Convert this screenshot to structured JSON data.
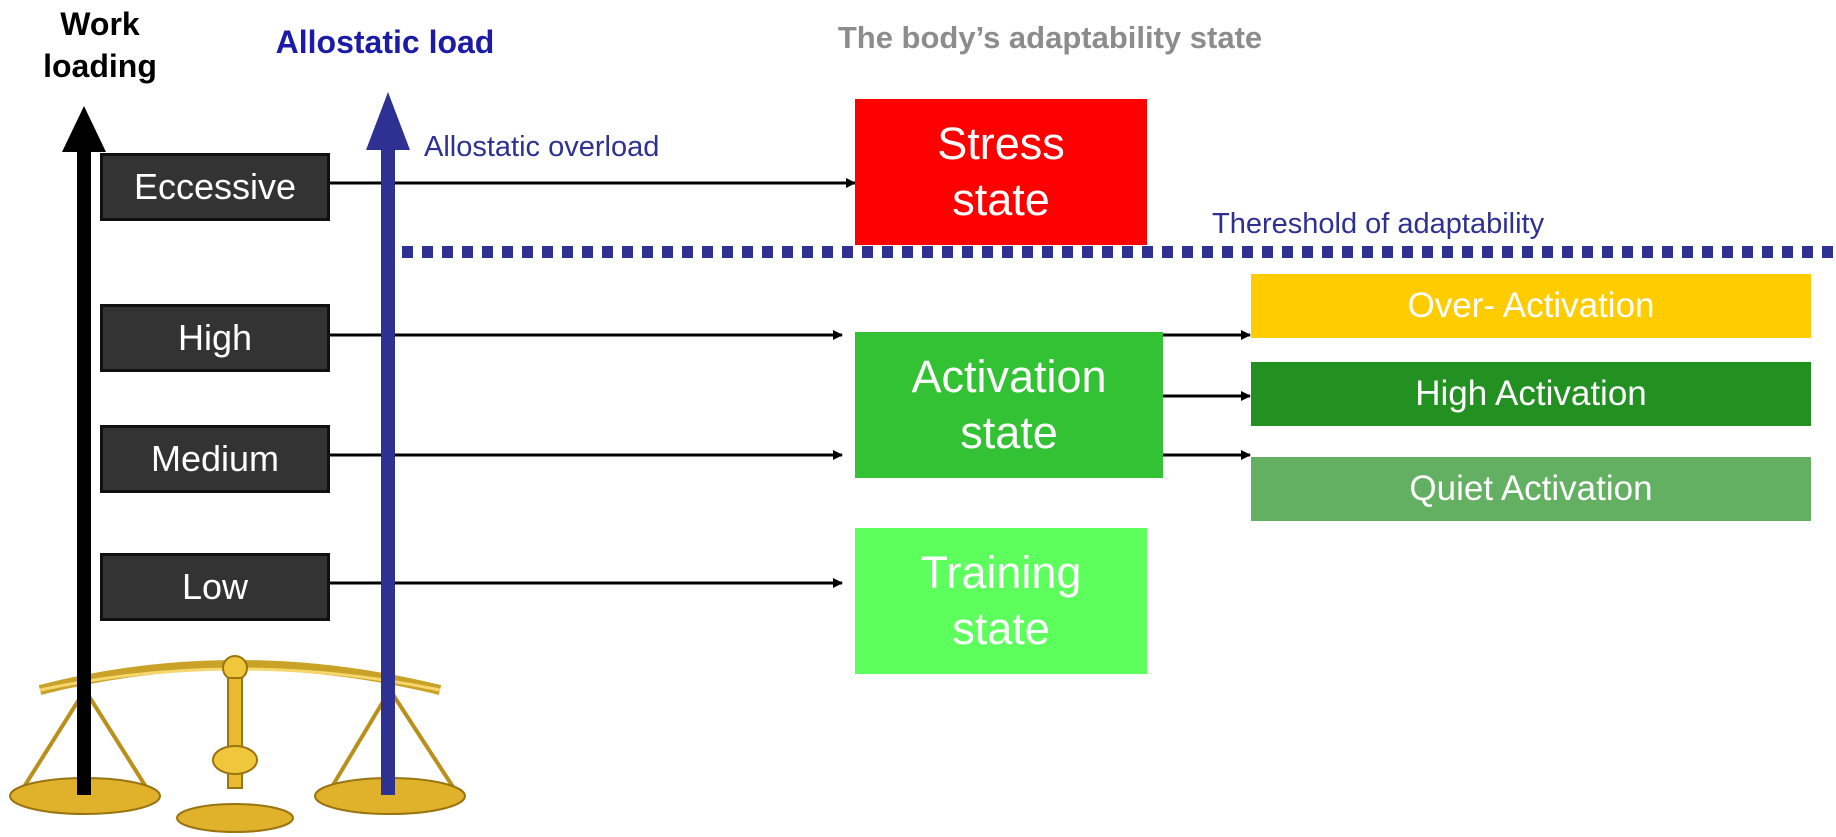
{
  "headers": {
    "work_loading": "Work loading",
    "allostatic_load": "Allostatic load",
    "adaptability_state": "The body’s adaptability state"
  },
  "labels": {
    "allostatic_overload": "Allostatic overload",
    "threshold": "Thereshold of adaptability"
  },
  "levels": {
    "excessive": "Eccessive",
    "high": "High",
    "medium": "Medium",
    "low": "Low"
  },
  "states": {
    "stress": {
      "line1": "Stress",
      "line2": "state"
    },
    "activation": {
      "line1": "Activation",
      "line2": "state"
    },
    "training": {
      "line1": "Training",
      "line2": "state"
    }
  },
  "activation_levels": {
    "over": "Over- Activation",
    "high": "High Activation",
    "quiet": "Quiet Activation"
  },
  "colors": {
    "work_axis": "#000000",
    "allostatic_axis": "#2e3192",
    "level_box": "#333333",
    "stress": "#ff0000",
    "activation": "#33c233",
    "training": "#5cff5c",
    "over_activation": "#ffcc00",
    "high_activation": "#229122",
    "quiet_activation": "#63b063",
    "threshold": "#2e3192",
    "header_gray": "#8c8c8c",
    "scale_gold": "#d4a017"
  },
  "icons": {
    "scale": "balance-scale-icon"
  }
}
